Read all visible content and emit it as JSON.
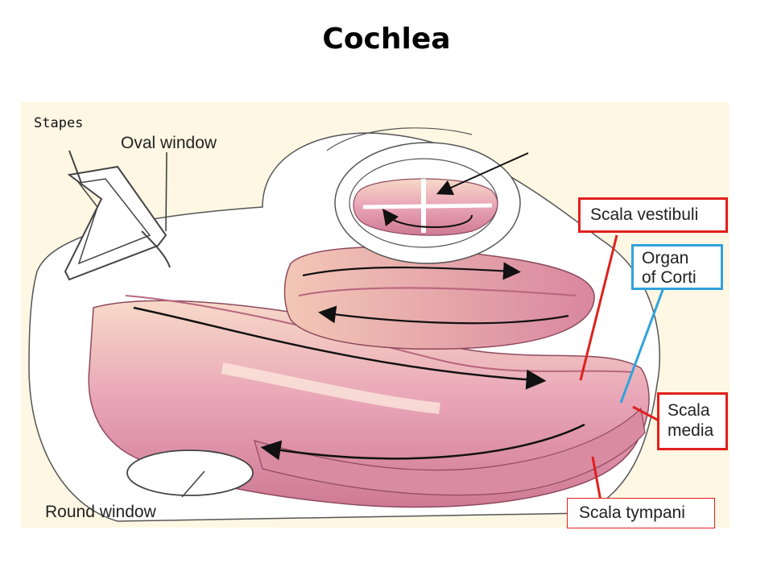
{
  "title": "Cochlea",
  "labels": {
    "stapes": "Stapes",
    "oval_window": "Oval window",
    "round_window": "Round window",
    "scala_vestibuli": "Scala vestibuli",
    "organ_of_corti_line1": "Organ",
    "organ_of_corti_line2": "of Corti",
    "scala_media_line1": "Scala",
    "scala_media_line2": "media",
    "scala_tympani": "Scala tympani"
  },
  "colors": {
    "figure_background": "#fdf7e3",
    "cochlea_pink": "#e8a3b6",
    "cochlea_dark": "#c96f8c",
    "red_highlight": "#e0201c",
    "blue_highlight": "#2fa3dc"
  }
}
